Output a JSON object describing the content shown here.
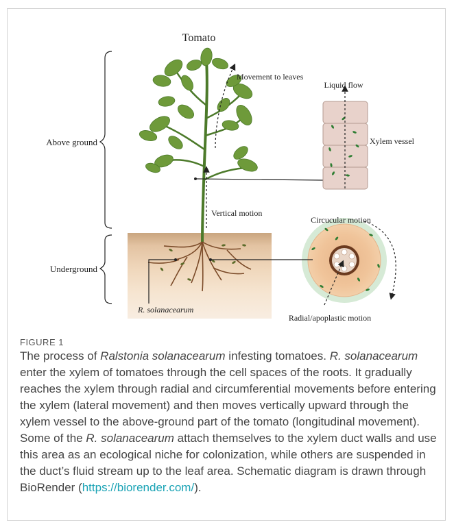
{
  "figure": {
    "title": "Tomato",
    "labels": {
      "above_ground": "Above ground",
      "underground": "Underground",
      "movement_to_leaves": "Movement to leaves",
      "liquid_flow": "Liquid flow",
      "xylem_vessel": "Xylem vessel",
      "vertical_motion": "Vertical motion",
      "circular_motion": "Circucular motion",
      "radial_motion": "Radial/apoplastic motion",
      "pathogen": "R. solanacearum"
    },
    "colors": {
      "leaf": "#6e9a3a",
      "leaf_dark": "#4c7a2a",
      "soil_top": "#c9a57f",
      "soil_bottom": "#f6e8d6",
      "root": "#7a4a28",
      "xylem_cell": "#e8d2cb",
      "bacteria": "#2e7d32",
      "root_section_outer": "#d6ead6",
      "root_section_inner": "#f0c49a"
    }
  },
  "caption": {
    "label": "FIGURE 1",
    "part1": "The process of ",
    "species": "Ralstonia solanacearum",
    "part2": " infesting tomatoes. ",
    "species_short": "R. solanacearum",
    "part3": " enter the xylem of tomatoes through the cell spaces of the roots. It gradually reaches the xylem through radial and circumferential movements before entering the xylem (lateral movement) and then moves vertically upward through the xylem vessel to the above-ground part of the tomato (longitudinal movement). Some of the ",
    "species_short2": "R. solanacearum",
    "part4": " attach themselves to the xylem duct walls and use this area as an ecological niche for colonization, while others are suspended in the duct’s fluid stream up to the leaf area. Schematic diagram is drawn through BioRender (",
    "link": "https://biorender.com/",
    "part5": ")."
  }
}
